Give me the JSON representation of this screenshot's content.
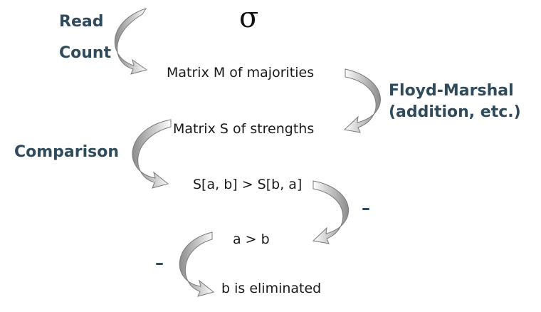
{
  "diagram": {
    "sigma": "σ",
    "nodes": {
      "matrix_m": "Matrix M of majorities",
      "matrix_s": "Matrix S of strengths",
      "compare": "S[a, b] > S[b, a]",
      "a_gt_b": "a > b",
      "eliminated": "b is eliminated"
    },
    "steps": {
      "read": "Read",
      "count": "Count",
      "floyd_line1": "Floyd-Marshal",
      "floyd_line2": "(addition, etc.)",
      "comparison": "Comparison"
    },
    "dash_right": "–",
    "dash_left": "–"
  },
  "colors": {
    "step_text": "#2f4a5a",
    "arrow_light": "#ffffff",
    "arrow_dark": "#8c8c8c",
    "arrow_outline": "#7a7a7a"
  }
}
